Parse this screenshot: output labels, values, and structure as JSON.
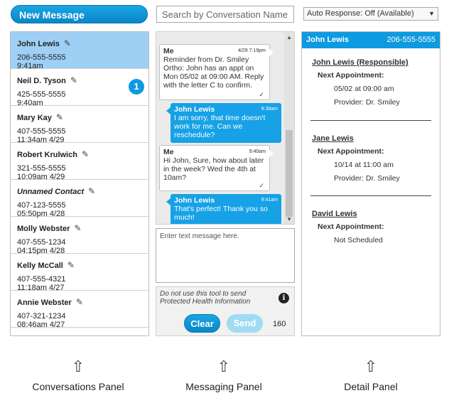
{
  "top": {
    "new_message_label": "New Message",
    "search_placeholder": "Search by Conversation Name",
    "auto_response": "Auto Response: Off (Available)"
  },
  "conversations": [
    {
      "name": "John Lewis",
      "phone": "206-555-5555",
      "time": "9:41am",
      "active": true,
      "italic": false
    },
    {
      "name": "Neil D. Tyson",
      "phone": "425-555-5555",
      "time": "9:40am",
      "unread": "1",
      "italic": false
    },
    {
      "name": "Mary Kay",
      "phone": "407-555-5555",
      "time": "11:34am 4/29",
      "italic": false
    },
    {
      "name": "Robert Krulwich",
      "phone": "321-555-5555",
      "time": "10:09am 4/29",
      "italic": false
    },
    {
      "name": "Unnamed Contact",
      "phone": "407-123-5555",
      "time": "05:50pm 4/28",
      "italic": true
    },
    {
      "name": "Molly Webster",
      "phone": "407-555-1234",
      "time": "04:15pm 4/28",
      "italic": false
    },
    {
      "name": "Kelly McCall",
      "phone": "407-555-4321",
      "time": "11:18am 4/27",
      "italic": false
    },
    {
      "name": "Annie Webster",
      "phone": "407-321-1234",
      "time": "08:46am 4/27",
      "italic": false
    }
  ],
  "messages": [
    {
      "dir": "in",
      "who": "Me",
      "stamp": "4/29 7:19pm",
      "text": "Reminder from Dr. Smiley Ortho: John has an appt on Mon 05/02 at 09:00 AM. Reply with the letter C to confirm.",
      "check": "✓"
    },
    {
      "dir": "out",
      "who": "John Lewis",
      "stamp": "9:38am",
      "text": "I am sorry, that time doesn't work for me. Can we reschedule?"
    },
    {
      "dir": "in",
      "who": "Me",
      "stamp": "9:40am",
      "text": "Hi John, Sure, how about later in the week? Wed the 4th at 10am?",
      "check": "✓"
    },
    {
      "dir": "out",
      "who": "John Lewis",
      "stamp": "9:41am",
      "text": "That's perfect! Thank you so much!"
    }
  ],
  "compose": {
    "placeholder": "Enter text message here.",
    "phi_note": "Do not use this tool to send Protected Health Information",
    "clear_label": "Clear",
    "send_label": "Send",
    "char_count": "160"
  },
  "detail": {
    "header_name": "John Lewis",
    "header_phone": "206-555-5555",
    "people": [
      {
        "name": "John Lewis (Responsible)",
        "next_label": "Next Appointment:",
        "lines": [
          "05/02 at 09:00 am",
          "Provider: Dr. Smiley"
        ]
      },
      {
        "name": "Jane Lewis",
        "next_label": "Next Appointment:",
        "lines": [
          "10/14 at 11:00 am",
          "Provider: Dr. Smiley"
        ]
      },
      {
        "name": "David Lewis",
        "next_label": "Next Appointment:",
        "lines": [
          "Not Scheduled"
        ]
      }
    ]
  },
  "labels": {
    "conversations": "Conversations Panel",
    "messaging": "Messaging Panel",
    "detail": "Detail Panel",
    "arrow": "⇧"
  }
}
